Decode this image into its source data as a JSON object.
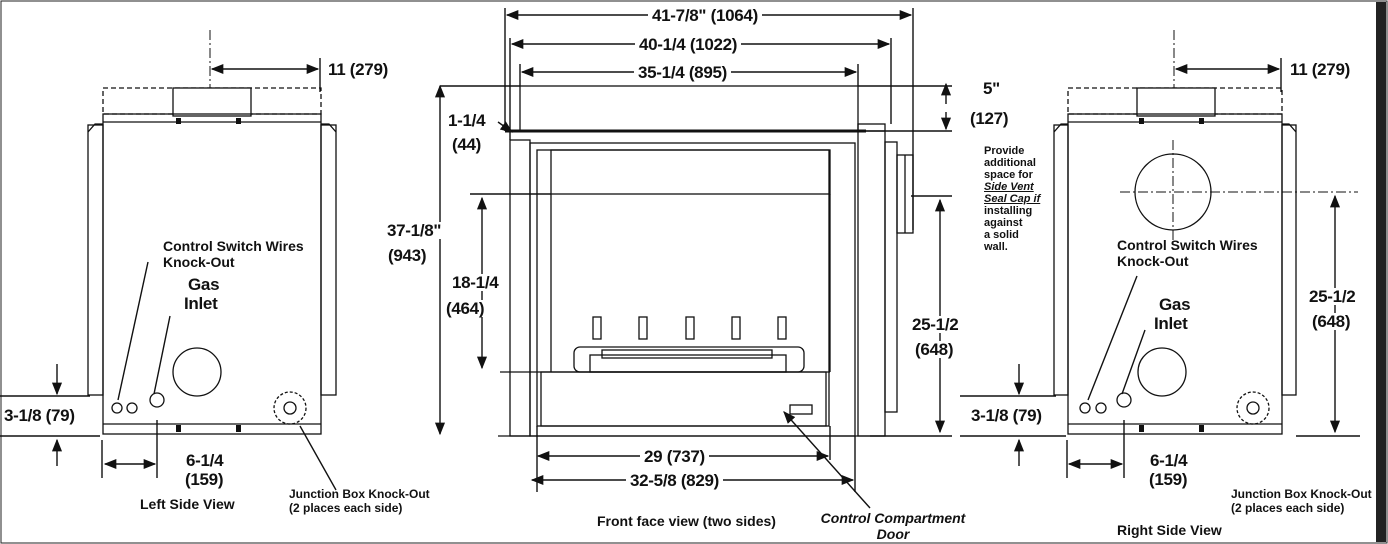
{
  "colors": {
    "ink": "#111111",
    "paper": "#ffffff",
    "dashed": "#333333"
  },
  "left_view": {
    "dim_top": "11 (279)",
    "control_switch_line1": "Control Switch Wires",
    "control_switch_line2": "Knock-Out",
    "gas_line1": "Gas",
    "gas_line2": "Inlet",
    "dim_height": "3-1/8 (79)",
    "dim_width_line1": "6-1/4",
    "dim_width_line2": "(159)",
    "caption": "Left Side View",
    "junction_line1": "Junction Box Knock-Out",
    "junction_line2": "(2 places each side)"
  },
  "front_view": {
    "dim_overall": "41-7/8\" (1064)",
    "dim_outer": "40-1/4 (1022)",
    "dim_hood": "35-1/4 (895)",
    "dim_hood_height_line1": "5\"",
    "dim_hood_height_line2": "(127)",
    "dim_lip_line1": "1-1/4",
    "dim_lip_line2": "(44)",
    "dim_total_height_line1": "37-1/8\"",
    "dim_total_height_line2": "(943)",
    "dim_opening_height_line1": "18-1/4",
    "dim_opening_height_line2": "(464)",
    "dim_vent_height_line1": "25-1/2",
    "dim_vent_height_line2": "(648)",
    "dim_opening_width": "29 (737)",
    "dim_base_width": "32-5/8 (829)",
    "caption": "Front face view (two sides)",
    "control_door_line1": "Control Compartment",
    "control_door_line2": "Door",
    "note_lines": [
      "Provide",
      "additional",
      "space for",
      "Side Vent",
      "Seal Cap if",
      "installing",
      "against",
      "a solid",
      "wall."
    ]
  },
  "right_view": {
    "dim_top": "11 (279)",
    "control_switch_line1": "Control Switch Wires",
    "control_switch_line2": "Knock-Out",
    "gas_line1": "Gas",
    "gas_line2": "Inlet",
    "dim_vent_line1": "25-1/2",
    "dim_vent_line2": "(648)",
    "dim_height": "3-1/8 (79)",
    "dim_width_line1": "6-1/4",
    "dim_width_line2": "(159)",
    "junction_line1": "Junction Box Knock-Out",
    "junction_line2": "(2 places each side)",
    "caption": "Right Side View"
  }
}
